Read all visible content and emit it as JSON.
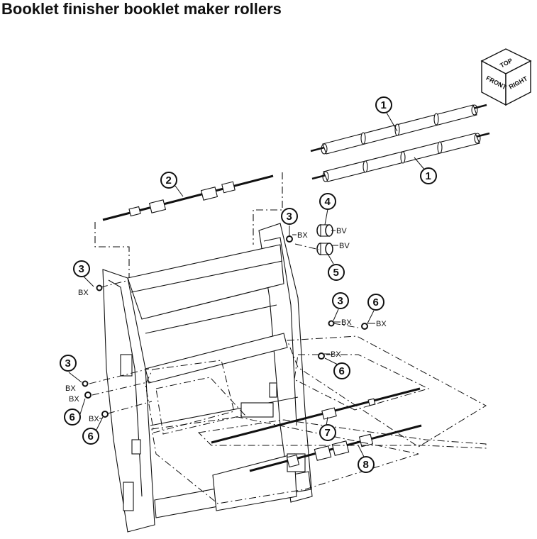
{
  "title": "Booklet finisher booklet maker rollers",
  "orientation_cube": {
    "top": "TOP",
    "front": "FRONT",
    "right": "RIGHT"
  },
  "callouts": {
    "c1a": "1",
    "c1b": "1",
    "c2": "2",
    "c3a": "3",
    "c3b": "3",
    "c3c": "3",
    "c3d": "3",
    "c4": "4",
    "c5": "5",
    "c6a": "6",
    "c6b": "6",
    "c6c": "6",
    "c6d": "6",
    "c7": "7",
    "c8": "8"
  },
  "tags": {
    "bx_3a": "BX",
    "bv_4": "BV",
    "bv_5": "BV",
    "bx_3b": "BX",
    "bx_3c": "BX",
    "bx_6a": "BX",
    "bx_6b": "BX",
    "bx_3d": "BX",
    "bx_6c": "BX",
    "bx_6d": "BX"
  },
  "colors": {
    "line": "#111111",
    "fill": "#ffffff",
    "shade": "#e6e6e6"
  }
}
